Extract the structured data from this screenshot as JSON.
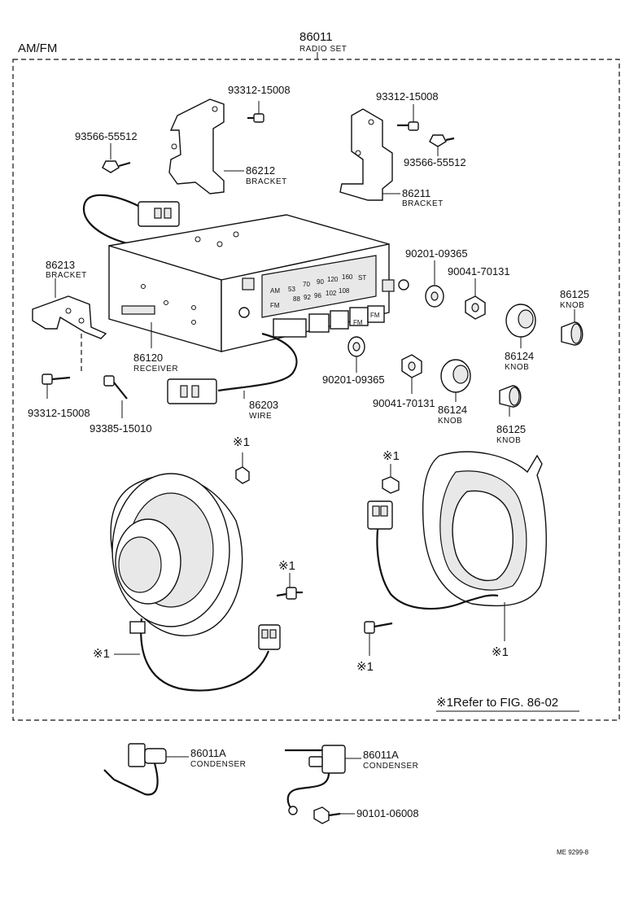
{
  "header": {
    "variant": "AM/FM",
    "set_number": "86011",
    "set_name": "RADIO SET"
  },
  "parts": {
    "bracket_86212": {
      "number": "86212",
      "name": "BRACKET"
    },
    "bracket_86211": {
      "number": "86211",
      "name": "BRACKET"
    },
    "bracket_86213": {
      "number": "86213",
      "name": "BRACKET"
    },
    "receiver": {
      "number": "86120",
      "name": "RECEIVER"
    },
    "wire": {
      "number": "86203",
      "name": "WIRE"
    },
    "knob_86125_top": {
      "number": "86125",
      "name": "KNOB"
    },
    "knob_86124_right": {
      "number": "86124",
      "name": "KNOB"
    },
    "knob_86124_mid": {
      "number": "86124",
      "name": "KNOB"
    },
    "knob_86125_low": {
      "number": "86125",
      "name": "KNOB"
    },
    "condenser_left": {
      "number": "86011A",
      "name": "CONDENSER"
    },
    "condenser_right": {
      "number": "86011A",
      "name": "CONDENSER"
    }
  },
  "fasteners": {
    "screw_top_left": "93312-15008",
    "screw_top_right": "93312-15008",
    "screw_left": "93566-55512",
    "screw_right": "93566-55512",
    "washer_upper": "90201-09365",
    "nut_upper": "90041-70131",
    "washer_lower": "90201-09365",
    "nut_lower": "90041-70131",
    "screw_bottom_left": "93312-15008",
    "screw_bottom_mid": "93385-15010",
    "screw_condenser": "90101-06008"
  },
  "radio_face": {
    "am_label": "AM",
    "fm_label": "FM",
    "btn_fm_1": "FM",
    "btn_fm_2": "FM",
    "stereo_label": "ST",
    "am_scale": [
      "53",
      "70",
      "90",
      "120",
      "160"
    ],
    "fm_scale": [
      "88",
      "92",
      "96",
      "102",
      "108"
    ]
  },
  "references": {
    "mark": "※1",
    "note": "※1Refer to FIG. 86-02"
  },
  "footer": {
    "code": "ME 9299-8"
  }
}
